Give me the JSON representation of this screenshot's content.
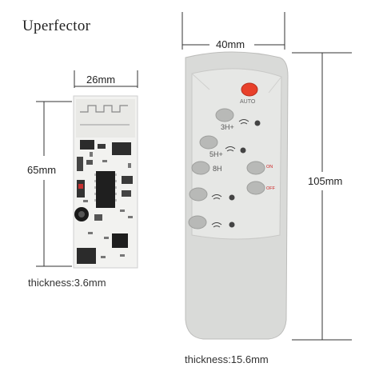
{
  "brand": "Uperfector",
  "board": {
    "width_label": "26mm",
    "height_label": "65mm",
    "thickness_label": "thickness:3.6mm"
  },
  "remote": {
    "width_label": "40mm",
    "height_label": "105mm",
    "thickness_label": "thickness:15.6mm",
    "buttons": {
      "auto": "AUTO",
      "three_h": "3H+",
      "five_h": "5H+",
      "eight_h": "8H",
      "on": "ON",
      "off": "OFF"
    }
  },
  "colors": {
    "remote_body": "#d9dad8",
    "button_gray": "#b8b9b7",
    "auto_button": "#e8402a",
    "board_pcb": "#f2f2f0"
  }
}
